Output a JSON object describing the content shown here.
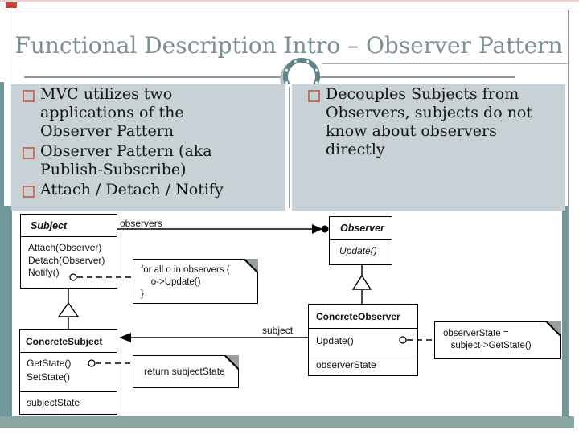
{
  "slide": {
    "title": "Functional Description Intro – Observer Pattern",
    "bullets_left": [
      "MVC utilizes two applications of the Observer Pattern",
      "Observer Pattern (aka Publish-Subscribe)",
      "Attach / Detach / Notify"
    ],
    "bullets_right": [
      "Decouples Subjects from Observers, subjects do not know about observers directly"
    ]
  },
  "diagram": {
    "subject": {
      "name": "Subject",
      "methods": [
        "Attach(Observer)",
        "Detach(Observer)",
        "Notify()"
      ]
    },
    "observer": {
      "name": "Observer",
      "methods": [
        "Update()"
      ]
    },
    "concrete_subject": {
      "name": "ConcreteSubject",
      "methods": [
        "GetState()",
        "SetState()"
      ],
      "attribute": "subjectState"
    },
    "concrete_observer": {
      "name": "ConcreteObserver",
      "methods": [
        "Update()"
      ],
      "attribute": "observerState"
    },
    "notes": {
      "notify": [
        "for all o in observers {",
        "    o->Update()",
        "}"
      ],
      "getstate": [
        "return subjectState"
      ],
      "update": [
        "observerState =",
        "   subject->GetState()"
      ]
    },
    "labels": {
      "observers": "observers",
      "subject": "subject"
    }
  },
  "colors": {
    "accent_teal": "#6f9898",
    "accent_bottom": "#8ba7a3",
    "content_bg": "#c8d1d5",
    "title_color": "#7b9196",
    "bullet_marker": "#c3705f",
    "note_fold": "#97a1a1",
    "diagram_line": "#000000"
  }
}
